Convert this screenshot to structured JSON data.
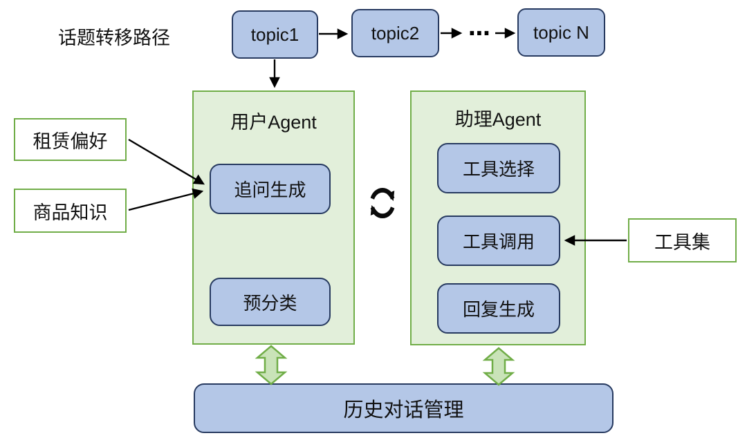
{
  "diagram": {
    "title_label": "话题转移路径",
    "topic_chain": {
      "topic1": "topic1",
      "topic2": "topic2",
      "topicN": "topic N",
      "ellipsis": "⋯"
    },
    "knowledge_inputs": {
      "rental": "租赁偏好",
      "product": "商品知识"
    },
    "user_agent": {
      "title": "用户Agent",
      "module_followup": "追问生成",
      "module_preclassify": "预分类"
    },
    "assistant_agent": {
      "title": "助理Agent",
      "module_tool_select": "工具选择",
      "module_tool_call": "工具调用",
      "module_reply_gen": "回复生成"
    },
    "toolset": {
      "label": "工具集"
    },
    "history": {
      "label": "历史对话管理"
    },
    "icons": {
      "cycle": "sync-cycle-icon"
    },
    "colors": {
      "node_fill": "#b4c7e7",
      "node_border": "#26395f",
      "container_fill": "#e2efda",
      "container_border": "#70ad47",
      "block_arrow_fill": "#c9e3b8",
      "block_arrow_border": "#70ad47",
      "connector": "#000000",
      "background": "#ffffff"
    }
  }
}
